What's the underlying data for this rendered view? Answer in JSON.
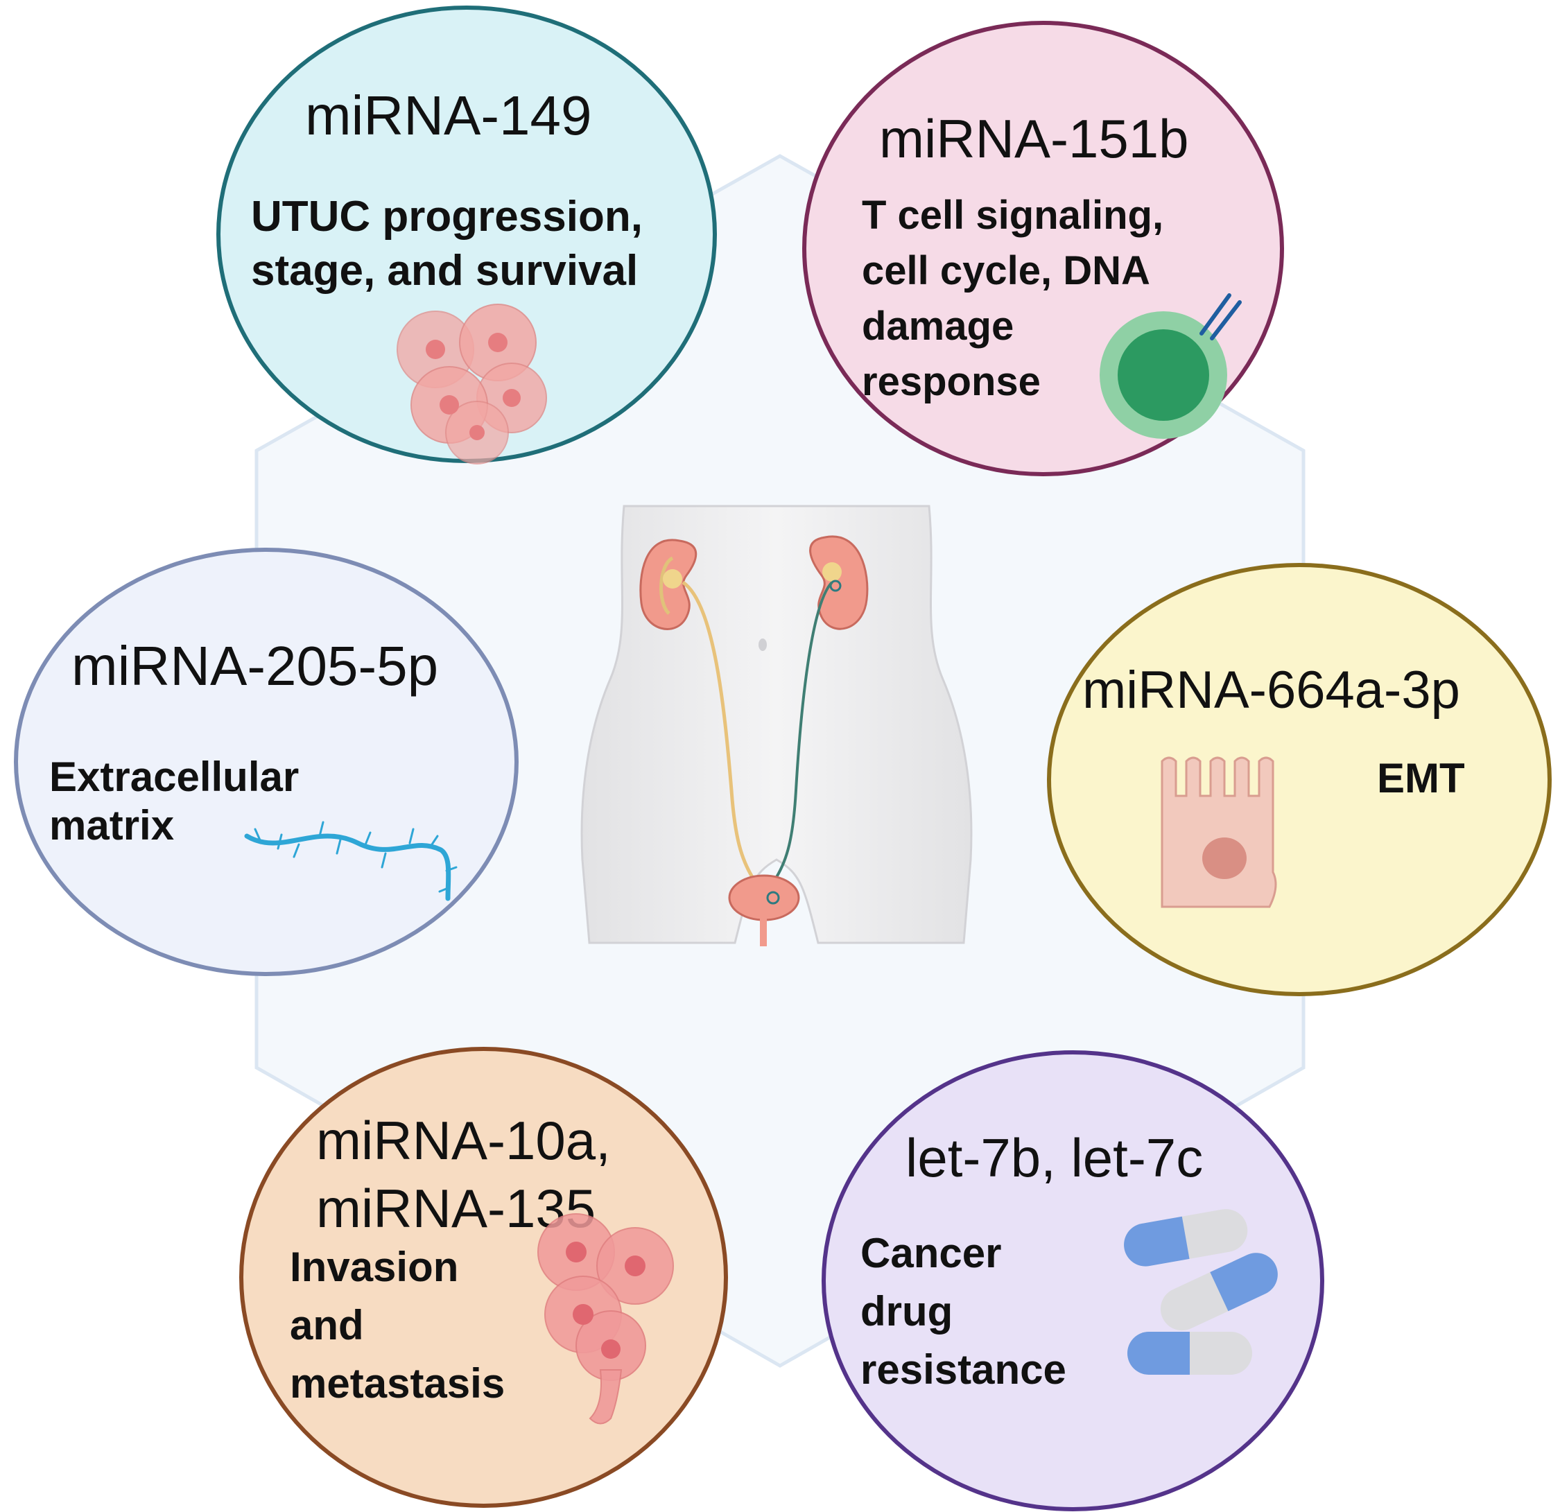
{
  "center": {
    "icon": "urinary-system-icon"
  },
  "bubbles": [
    {
      "id": "mirna-149",
      "title": "miRNA-149",
      "lines": [
        "UTUC progression,",
        "stage, and survival"
      ],
      "icon": "tumor-cells-icon",
      "fill": "#d9f2f6",
      "border": "#1f6e78"
    },
    {
      "id": "mirna-151b",
      "title": "miRNA-151b",
      "lines": [
        "T cell signaling,",
        "cell cycle, DNA",
        "damage",
        "response"
      ],
      "icon": "t-cell-icon",
      "fill": "#f6dbe7",
      "border": "#7a2a57"
    },
    {
      "id": "mirna-205-5p",
      "title": "miRNA-205-5p",
      "lines": [
        "Extracellular",
        "matrix"
      ],
      "icon": "collagen-fiber-icon",
      "fill": "#eef2fb",
      "border": "#7d8cb4"
    },
    {
      "id": "mirna-664a-3p",
      "title": "miRNA-664a-3p",
      "lines": [
        "EMT"
      ],
      "icon": "epithelial-cell-icon",
      "fill": "#fbf5cc",
      "border": "#8a6d1c"
    },
    {
      "id": "mirna-10a-135",
      "title_lines": [
        "miRNA-10a,",
        "miRNA-135"
      ],
      "lines": [
        "Invasion",
        "and",
        "metastasis"
      ],
      "icon": "metastatic-cells-icon",
      "fill": "#f7dcc2",
      "border": "#8a4a24"
    },
    {
      "id": "let-7b-7c",
      "title": "let-7b, let-7c",
      "lines": [
        "Cancer",
        "drug",
        "resistance"
      ],
      "icon": "capsules-icon",
      "fill": "#e8e1f7",
      "border": "#54338a"
    }
  ]
}
